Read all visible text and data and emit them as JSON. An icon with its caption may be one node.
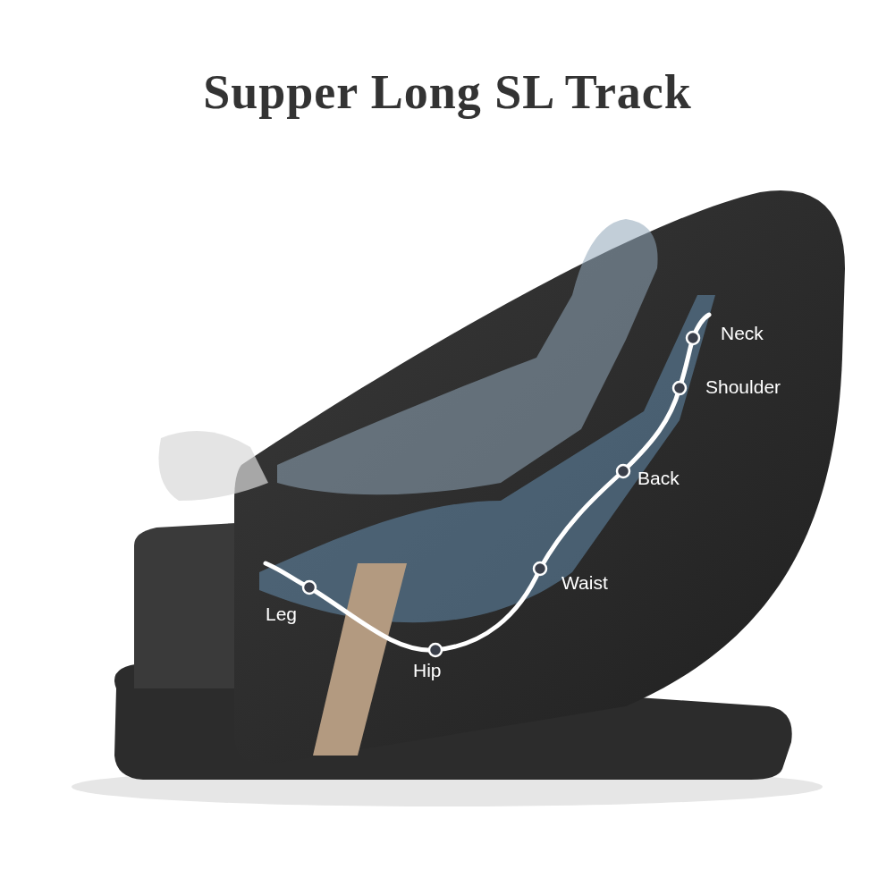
{
  "diagram": {
    "title": "Supper Long SL Track",
    "labels": [
      "Neck",
      "Shoulder",
      "Back",
      "Waist",
      "Leg",
      "Hip"
    ]
  }
}
